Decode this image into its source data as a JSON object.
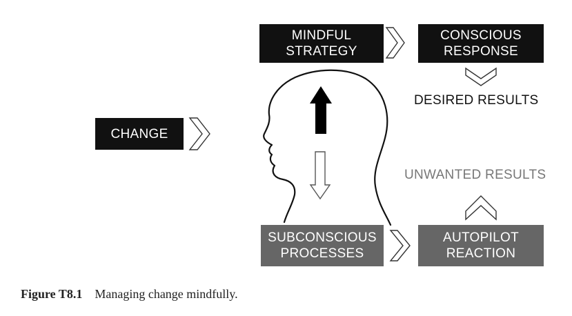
{
  "boxes": {
    "change": "CHANGE",
    "mindful_strategy": "MINDFUL\nSTRATEGY",
    "conscious_response": "CONSCIOUS\nRESPONSE",
    "subconscious_processes": "SUBCONSCIOUS\nPROCESSES",
    "autopilot_reaction": "AUTOPILOT\nREACTION"
  },
  "labels": {
    "desired_results": "DESIRED RESULTS",
    "unwanted_results": "UNWANTED RESULTS"
  },
  "caption": {
    "number": "Figure T8.1",
    "text": "Managing change mindfully."
  },
  "colors": {
    "dark_box": "#111111",
    "grey_box": "#666666",
    "unwanted_text": "#777777"
  }
}
